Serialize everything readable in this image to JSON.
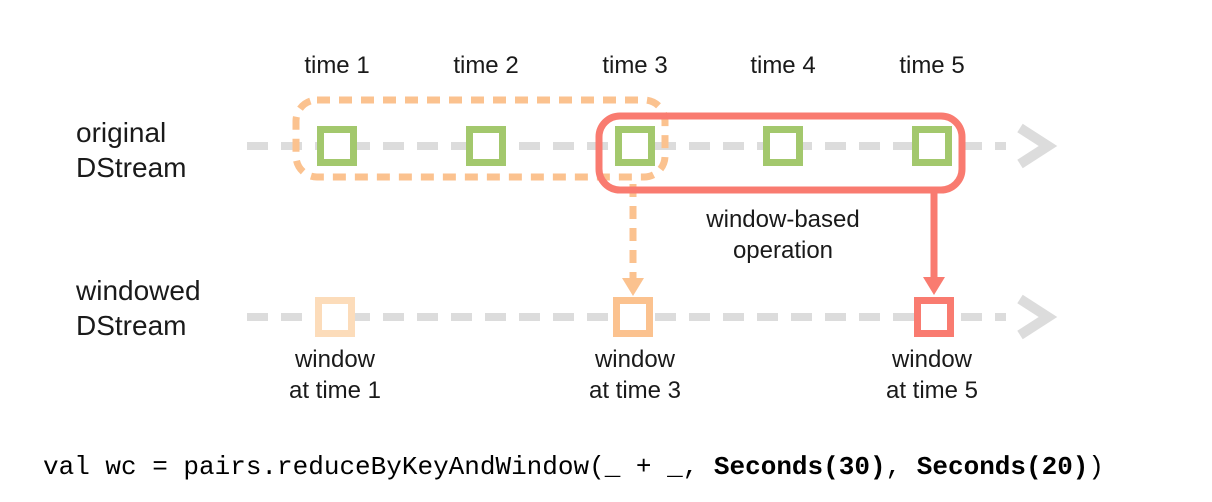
{
  "colors": {
    "green": "#a3c86d",
    "orange": "#fbc28f",
    "peach": "#fcdcba",
    "red": "#f97b70",
    "stream_gray": "#dcdcdc",
    "text": "#1a1a1a"
  },
  "timeline": {
    "labels": [
      "time 1",
      "time 2",
      "time 3",
      "time 4",
      "time 5"
    ]
  },
  "streams": {
    "original": {
      "line1": "original",
      "line2": "DStream"
    },
    "windowed": {
      "line1": "windowed",
      "line2": "DStream"
    }
  },
  "operation": {
    "line1": "window-based",
    "line2": "operation"
  },
  "windows": [
    {
      "line1": "window",
      "line2": "at time 1"
    },
    {
      "line1": "window",
      "line2": "at time 3"
    },
    {
      "line1": "window",
      "line2": "at time 5"
    }
  ],
  "code": {
    "prefix": "val wc = pairs.reduceByKeyAndWindow(_ + _, ",
    "arg1": "Seconds(30)",
    "separator": ", ",
    "arg2": "Seconds(20)",
    "suffix": ")"
  }
}
